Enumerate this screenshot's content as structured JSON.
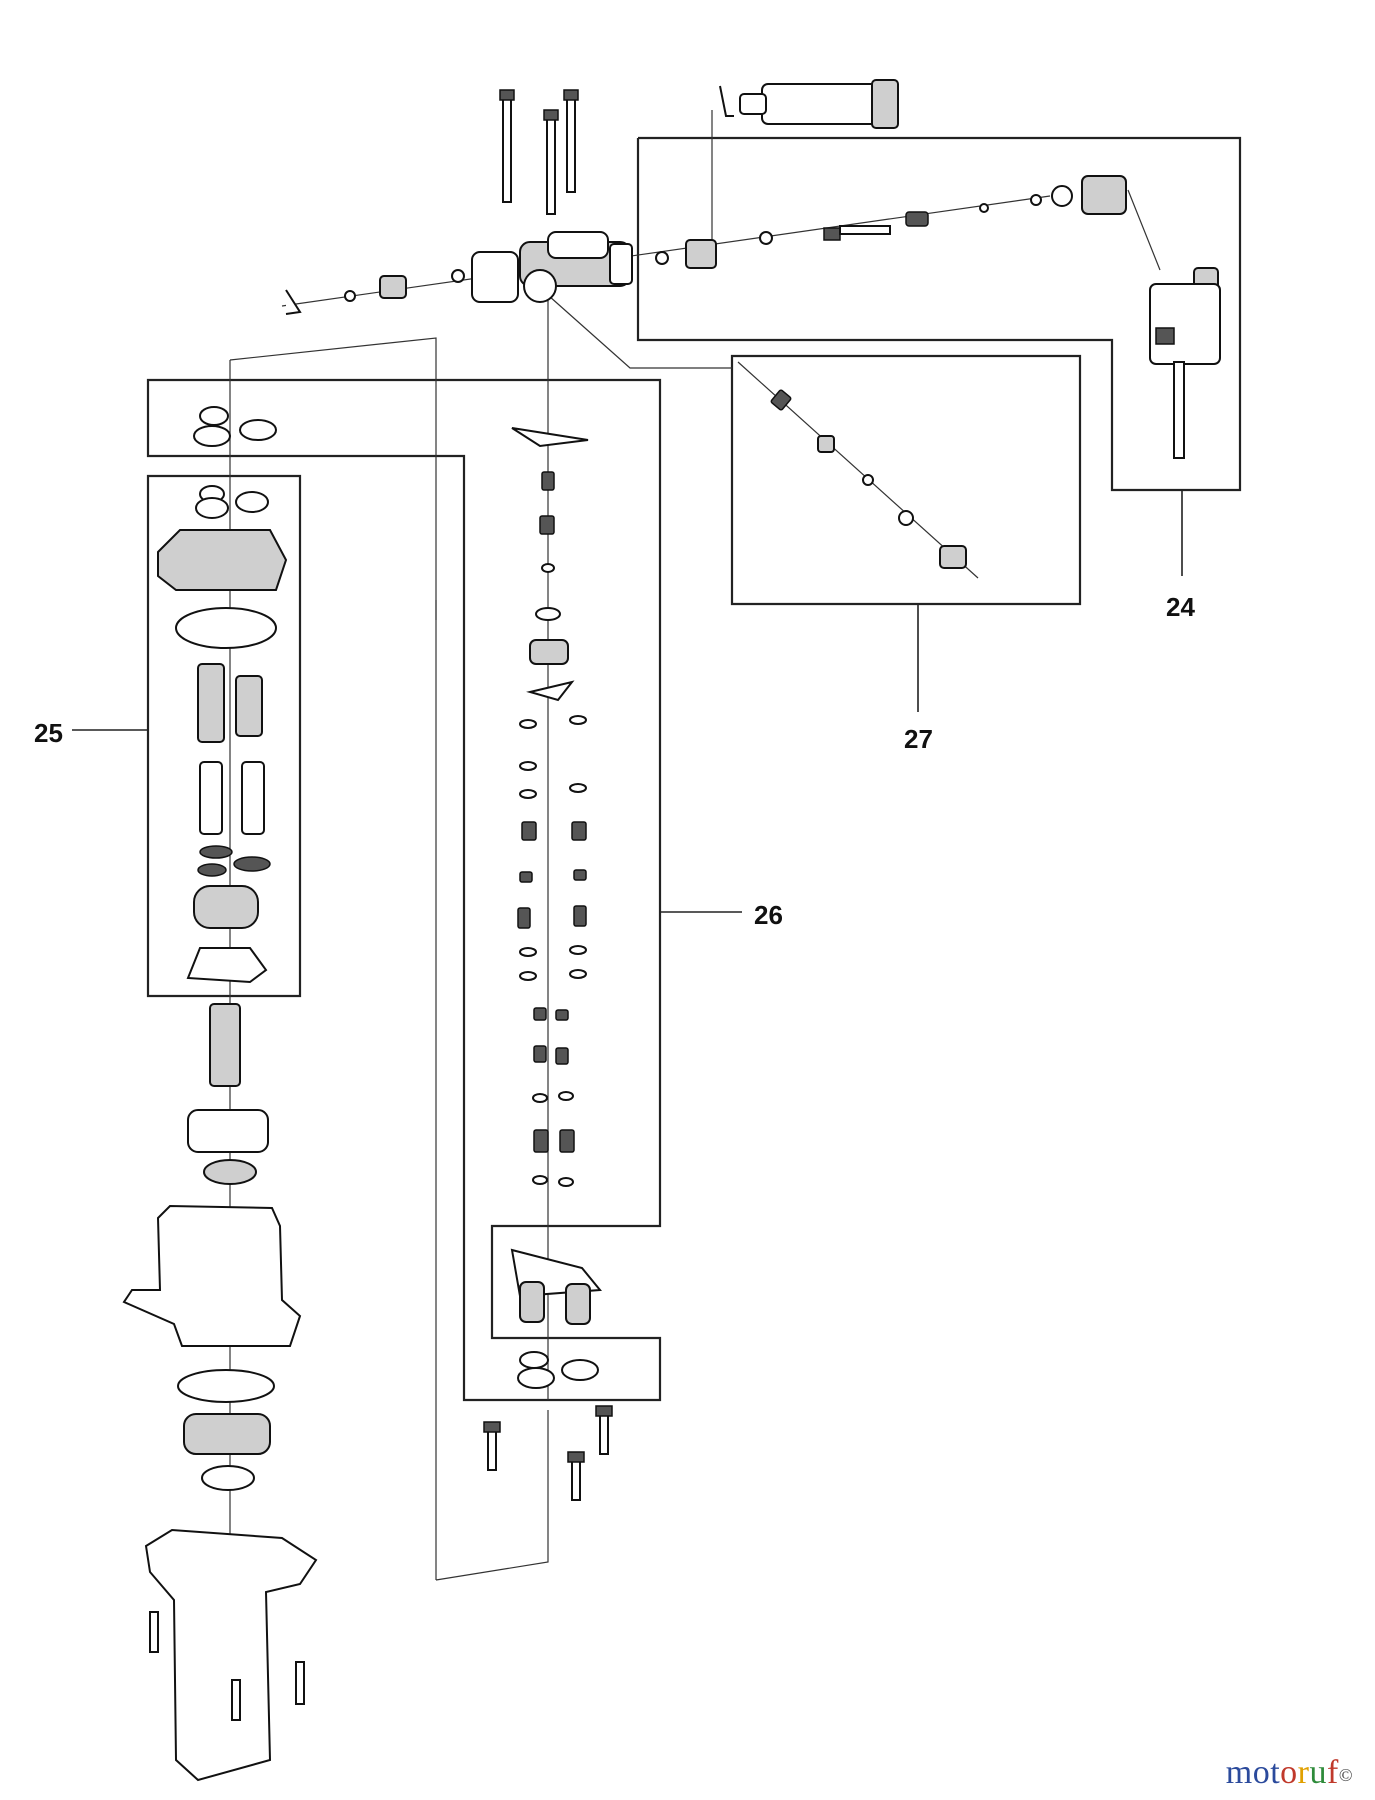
{
  "callouts": {
    "c24": "24",
    "c25": "25",
    "c26": "26",
    "c27": "27"
  },
  "watermark": {
    "text": "motoruf",
    "letters": [
      "m",
      "o",
      "t",
      "o",
      "r",
      "u",
      "f"
    ],
    "colors": [
      "#2b4a9c",
      "#2b4a9c",
      "#2b4a9c",
      "#c0392b",
      "#e0a000",
      "#2e8b3a",
      "#c0392b"
    ],
    "badge": "©"
  },
  "colors": {
    "line": "#222222",
    "part_fill": "#ffffff",
    "part_shade": "#cfcfcf"
  }
}
